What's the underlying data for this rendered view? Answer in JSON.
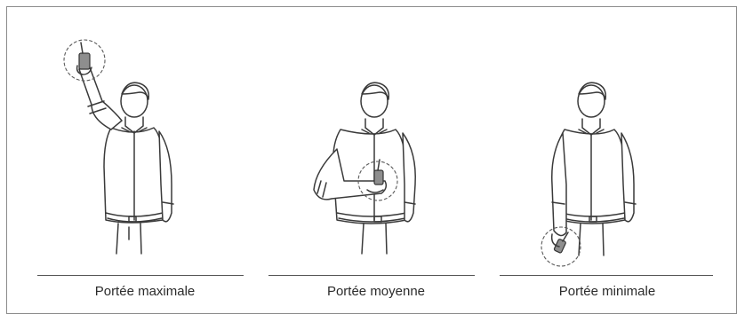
{
  "panels": [
    {
      "id": "max",
      "caption": "Portée maximale"
    },
    {
      "id": "mid",
      "caption": "Portée moyenne"
    },
    {
      "id": "min",
      "caption": "Portée minimale"
    }
  ],
  "colors": {
    "line": "#3a3a3a",
    "radio": "#8e8e8e",
    "frame": "#8c8c8c"
  },
  "icons": [
    "person-raised-arm-icon",
    "person-chest-arm-icon",
    "person-low-arm-icon",
    "walkie-talkie-icon"
  ]
}
